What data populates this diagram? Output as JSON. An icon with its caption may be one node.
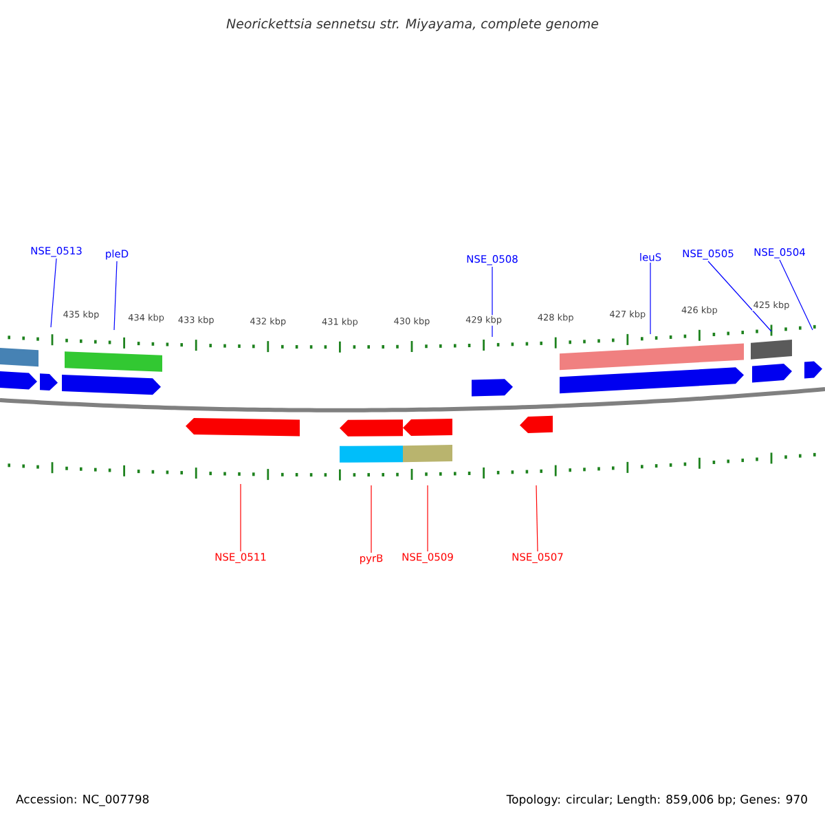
{
  "diagram": {
    "title": "Neorickettsia sennetsu str. Miyayama, complete genome",
    "nodes": [
      {
        "text": [
          "NSE_0513"
        ]
      },
      {
        "text": [
          "pleD"
        ]
      },
      {
        "text": [
          "NSE_0508"
        ]
      },
      {
        "text": [
          "leuS"
        ]
      },
      {
        "text": [
          "NSE_0505"
        ]
      },
      {
        "text": [
          "NSE_0504"
        ]
      },
      {
        "text": [
          "NSE_0511"
        ]
      },
      {
        "text": [
          "pyrB"
        ]
      },
      {
        "text": [
          "NSE_0509"
        ]
      },
      {
        "text": [
          "NSE_0507"
        ]
      }
    ],
    "edges": [
      {
        "from": 0,
        "to": null,
        "arrow": "none"
      },
      {
        "from": 1,
        "to": null,
        "arrow": "none"
      },
      {
        "from": 2,
        "to": null,
        "arrow": "none"
      },
      {
        "from": 3,
        "to": null,
        "arrow": "none"
      },
      {
        "from": 4,
        "to": null,
        "arrow": "none"
      },
      {
        "from": 5,
        "to": null,
        "arrow": "none"
      },
      {
        "from": 6,
        "to": null,
        "arrow": "none",
        "color": "#ff0000"
      },
      {
        "from": 7,
        "to": null,
        "arrow": "none",
        "color": "#ff0000"
      },
      {
        "from": 8,
        "to": null,
        "arrow": "none",
        "color": "#ff0000"
      },
      {
        "from": 9,
        "to": null,
        "arrow": "none",
        "color": "#ff0000"
      }
    ],
    "labels": [
      "435 kbp",
      "434 kbp",
      "433 kbp",
      "432 kbp",
      "431 kbp",
      "430 kbp",
      "429 kbp",
      "428 kbp",
      "427 kbp",
      "426 kbp",
      "425 kbp",
      "Accession: NC_007798",
      "Topology: circular; Length: 859,006 bp; Genes: 970"
    ]
  }
}
